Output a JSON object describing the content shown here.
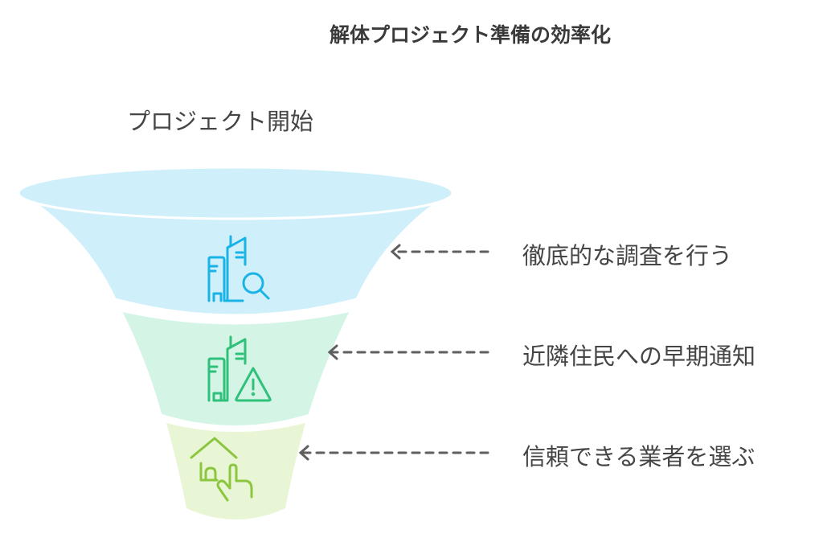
{
  "title": "解体プロジェクト準備の効率化",
  "start_label": "プロジェクト開始",
  "stages": [
    {
      "label": "徹底的な調査を行う",
      "icon": "buildings-search-icon",
      "fill": "#cff0fb",
      "stroke": "#1ab3e6"
    },
    {
      "label": "近隣住民への早期通知",
      "icon": "buildings-warning-icon",
      "fill": "#d4f5e6",
      "stroke": "#2fc07a"
    },
    {
      "label": "信頼できる業者を選ぶ",
      "icon": "house-hand-icon",
      "fill": "#e9f6d6",
      "stroke": "#8cc63f"
    }
  ],
  "arrow_color": "#5f5f5f"
}
